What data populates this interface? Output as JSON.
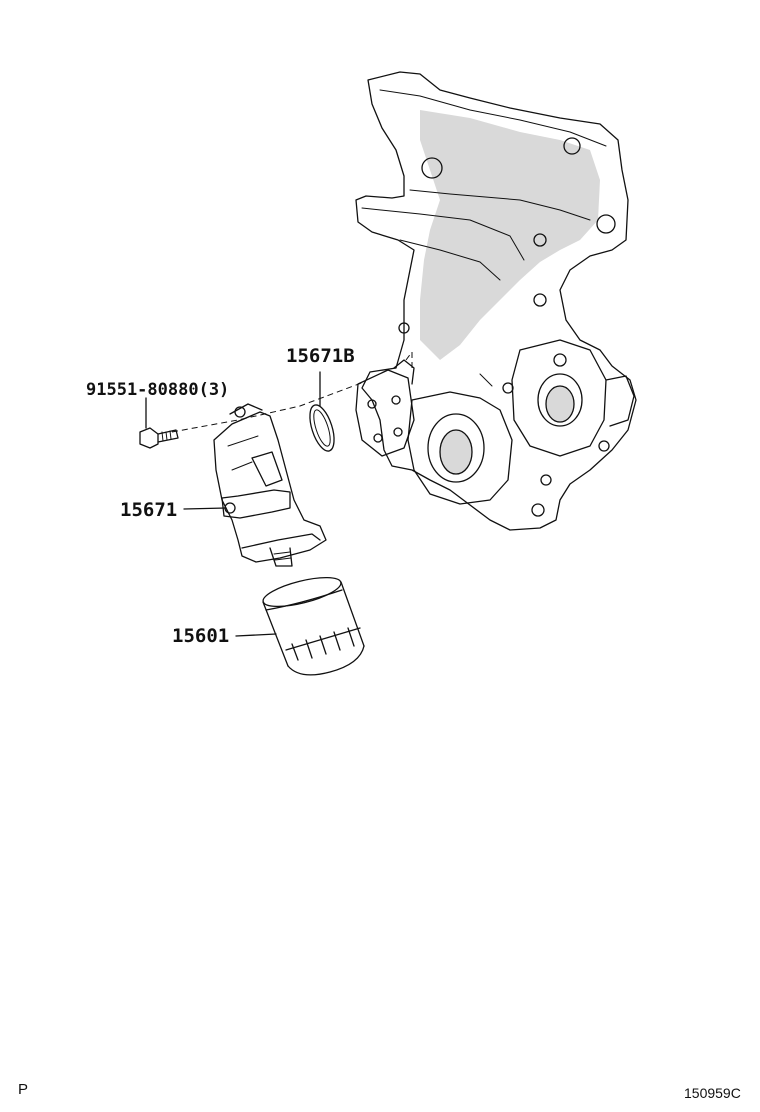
{
  "labels": {
    "bolt": "91551-80880(3)",
    "gasket": "15671B",
    "bracket": "15671",
    "filter": "15601"
  },
  "footer": {
    "left": "P",
    "right": "150959C"
  }
}
